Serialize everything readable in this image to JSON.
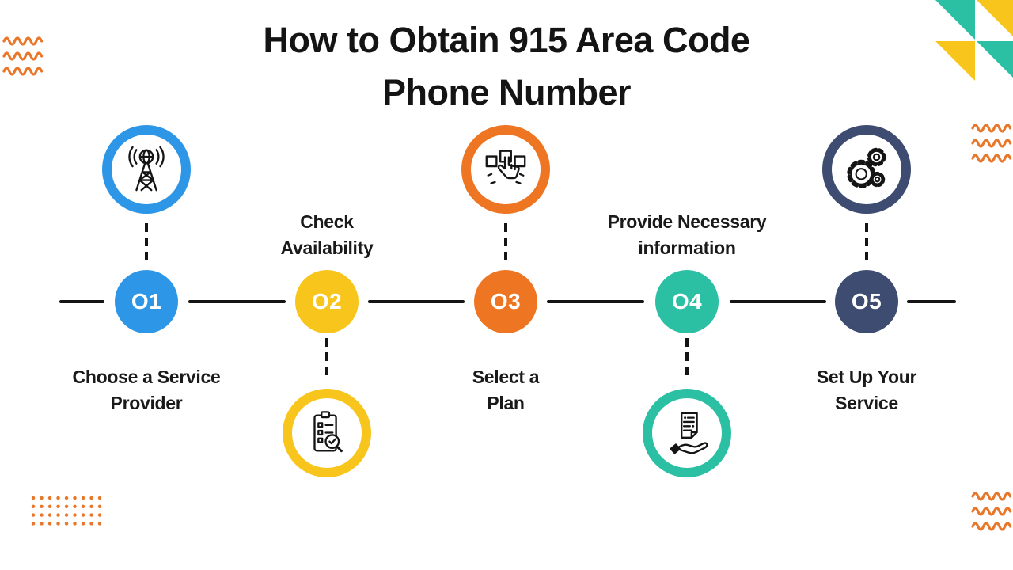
{
  "page": {
    "background": "#ffffff"
  },
  "title": {
    "line1": "How to Obtain 915 Area Code",
    "line2": "Phone Number",
    "color": "#141414"
  },
  "timeline": {
    "color": "#141414"
  },
  "steps": [
    {
      "number": "O1",
      "label_line1": "Choose a Service",
      "label_line2": "Provider",
      "color": "#2E96E6",
      "icon": "radio-tower-icon"
    },
    {
      "number": "O2",
      "label_line1": "Check",
      "label_line2": "Availability",
      "color": "#F8C51C",
      "icon": "clipboard-checklist-icon"
    },
    {
      "number": "O3",
      "label_line1": "Select a",
      "label_line2": "Plan",
      "color": "#EE7623",
      "icon": "tap-selection-icon"
    },
    {
      "number": "O4",
      "label_line1": "Provide Necessary",
      "label_line2": "information",
      "color": "#2BC0A4",
      "icon": "document-hand-icon"
    },
    {
      "number": "O5",
      "label_line1": "Set Up Your",
      "label_line2": "Service",
      "color": "#3D4C70",
      "icon": "gears-icon"
    }
  ],
  "decor": {
    "orange": "#E8772B",
    "teal": "#2BC0A4",
    "yellow": "#F8C51C"
  }
}
